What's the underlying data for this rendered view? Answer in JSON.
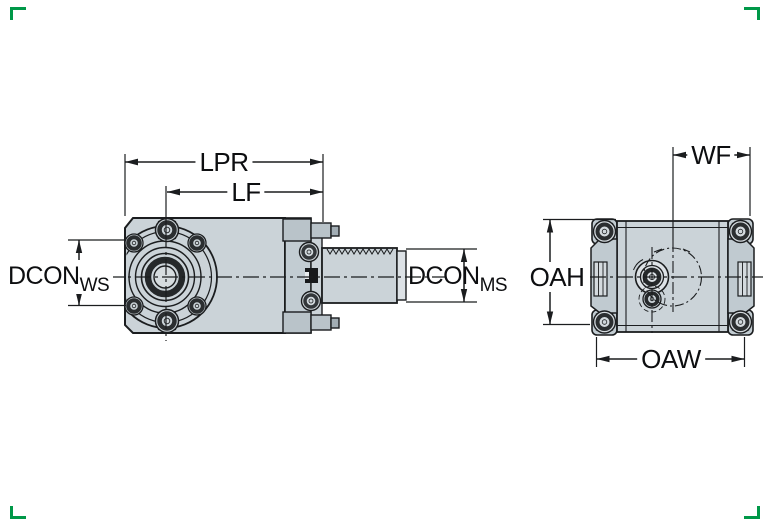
{
  "figure": {
    "type": "technical-drawing-two-views",
    "description": "Orthographic dimension drawing of a clamping-unit tool adapter: side view (left) and front view (right)",
    "dimension_labels": {
      "lpr": "LPR",
      "lf": "LF",
      "wf": "WF",
      "oah": "OAH",
      "oaw": "OAW",
      "dcon_ws": {
        "main": "DCON",
        "sub": "WS"
      },
      "dcon_ms": {
        "main": "DCON",
        "sub": "MS"
      }
    },
    "colors": {
      "background": "#ffffff",
      "line": "#1b1d1f",
      "body_fill": "#cbd3d8",
      "body_fill_light": "#dde2e6",
      "body_fill_mid": "#c0cad0",
      "body_fill_dark": "#a9b4bb",
      "detail_dark": "#26292b",
      "corner_mark_green": "#009848"
    }
  }
}
